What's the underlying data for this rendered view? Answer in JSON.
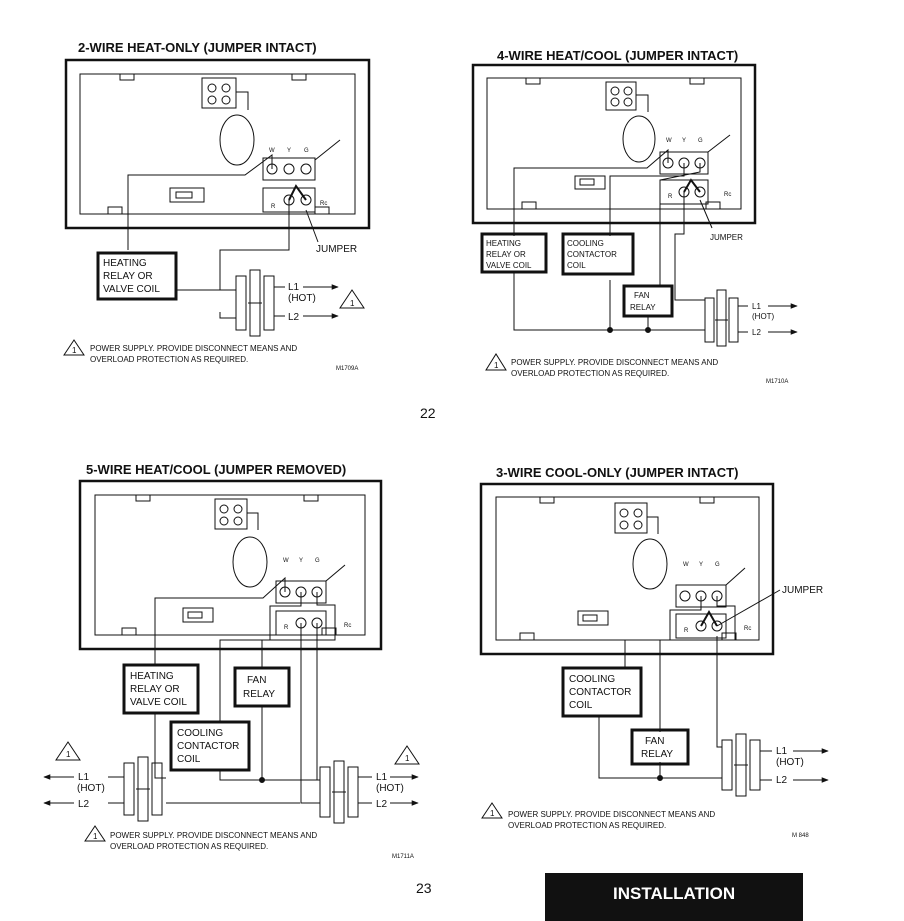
{
  "diagrams": [
    {
      "title": "2-WIRE HEAT-ONLY (JUMPER INTACT)",
      "terminals": {
        "w": "W",
        "y": "Y",
        "g": "G",
        "r": "R",
        "rc": "Rc"
      },
      "jumper": "JUMPER",
      "boxes": {
        "heating": [
          "HEATING",
          "RELAY OR",
          "VALVE COIL"
        ]
      },
      "l1": "L1",
      "hot": "(HOT)",
      "l2": "L2",
      "warn": "1",
      "note": [
        "POWER SUPPLY.  PROVIDE DISCONNECT MEANS AND",
        "OVERLOAD PROTECTION AS REQUIRED."
      ],
      "code": "M1709A"
    },
    {
      "title": "4-WIRE HEAT/COOL (JUMPER INTACT)",
      "terminals": {
        "w": "W",
        "y": "Y",
        "g": "G",
        "r": "R",
        "rc": "Rc"
      },
      "jumper": "JUMPER",
      "boxes": {
        "heating": [
          "HEATING",
          "RELAY OR",
          "VALVE COIL"
        ],
        "cooling": [
          "COOLING",
          "CONTACTOR",
          "COIL"
        ],
        "fan": [
          "FAN",
          "RELAY"
        ]
      },
      "l1": "L1",
      "hot": "(HOT)",
      "l2": "L2",
      "warn": "1",
      "note": [
        "POWER SUPPLY.  PROVIDE DISCONNECT MEANS AND",
        "OVERLOAD PROTECTION AS REQUIRED."
      ],
      "code": "M1710A"
    },
    {
      "title": "5-WIRE HEAT/COOL (JUMPER REMOVED)",
      "terminals": {
        "w": "W",
        "y": "Y",
        "g": "G",
        "r": "R",
        "rc": "Rc"
      },
      "boxes": {
        "heating": [
          "HEATING",
          "RELAY OR",
          "VALVE COIL"
        ],
        "cooling": [
          "COOLING",
          "CONTACTOR",
          "COIL"
        ],
        "fan": [
          "FAN",
          "RELAY"
        ]
      },
      "l1": "L1",
      "hot": "(HOT)",
      "l2": "L2",
      "warn": "1",
      "note": [
        "POWER SUPPLY.  PROVIDE DISCONNECT MEANS AND",
        "OVERLOAD PROTECTION AS REQUIRED."
      ],
      "code": "M1711A"
    },
    {
      "title": "3-WIRE COOL-ONLY (JUMPER INTACT)",
      "terminals": {
        "w": "W",
        "y": "Y",
        "g": "G",
        "r": "R",
        "rc": "Rc"
      },
      "jumper": "JUMPER",
      "boxes": {
        "cooling": [
          "COOLING",
          "CONTACTOR",
          "COIL"
        ],
        "fan": [
          "FAN",
          "RELAY"
        ]
      },
      "l1": "L1",
      "hot": "(HOT)",
      "l2": "L2",
      "warn": "1",
      "note": [
        "POWER SUPPLY.  PROVIDE DISCONNECT MEANS AND",
        "OVERLOAD PROTECTION AS REQUIRED."
      ],
      "code": "M 848"
    }
  ],
  "page_numbers": {
    "top": "22",
    "bottom": "23"
  },
  "section_tab": "INSTALLATION",
  "colors": {
    "ink": "#111111",
    "tab_bg": "#111111",
    "tab_text": "#ffffff"
  }
}
